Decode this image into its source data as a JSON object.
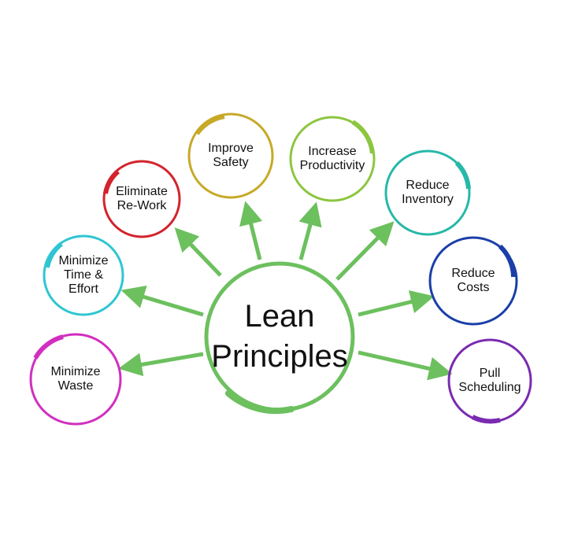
{
  "diagram": {
    "center": {
      "label": "Lean\nPrinciples",
      "color": "#6cc05e"
    },
    "arrow_color": "#6cc05e",
    "nodes": [
      {
        "id": "minimize-waste",
        "label": "Minimize\nWaste",
        "color": "#d12fbf"
      },
      {
        "id": "minimize-time-effort",
        "label": "Minimize\nTime &\nEffort",
        "color": "#2ec6d2"
      },
      {
        "id": "eliminate-rework",
        "label": "Eliminate\nRe-Work",
        "color": "#d3232d"
      },
      {
        "id": "improve-safety",
        "label": "Improve\nSafety",
        "color": "#c7a928"
      },
      {
        "id": "increase-productivity",
        "label": "Increase\nProductivity",
        "color": "#8cc63f"
      },
      {
        "id": "reduce-inventory",
        "label": "Reduce\nInventory",
        "color": "#26b8a8"
      },
      {
        "id": "reduce-costs",
        "label": "Reduce\nCosts",
        "color": "#1a3fa8"
      },
      {
        "id": "pull-scheduling",
        "label": "Pull\nScheduling",
        "color": "#7a2bb0"
      }
    ]
  }
}
